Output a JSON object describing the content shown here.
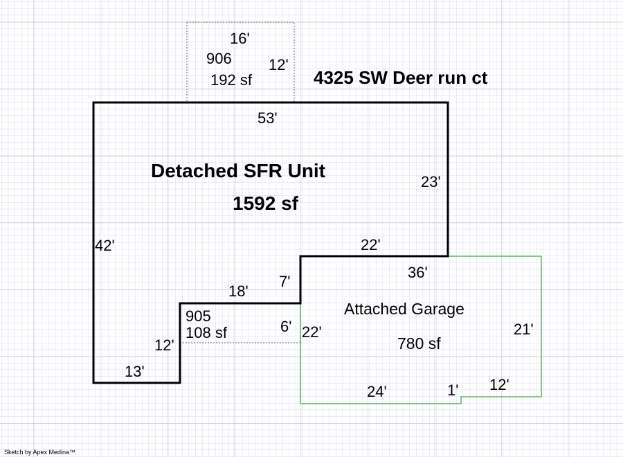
{
  "address": "4325 SW Deer run ct",
  "credit": "Sketch by Apex Medina™",
  "colors": {
    "grid_minor": "#d4d8f4",
    "grid_major": "#c8c8c8",
    "main_wall": "#000000",
    "garage_wall": "#5cb85c",
    "dotted": "#808080"
  },
  "areas": {
    "sfr": {
      "name": "Detached SFR Unit",
      "area": "1592 sf",
      "dims": [
        "53'",
        "23'",
        "22'",
        "7'",
        "18'",
        "12'",
        "13'",
        "42'"
      ]
    },
    "garage": {
      "name": "Attached Garage",
      "area": "780 sf",
      "dims": [
        "36'",
        "21'",
        "12'",
        "1'",
        "24'",
        "22'"
      ]
    },
    "area_906": {
      "code": "906",
      "area": "192 sf",
      "dims": [
        "16'",
        "12'"
      ]
    },
    "area_905": {
      "code": "905",
      "area": "108 sf",
      "dims": [
        "6'"
      ]
    }
  }
}
